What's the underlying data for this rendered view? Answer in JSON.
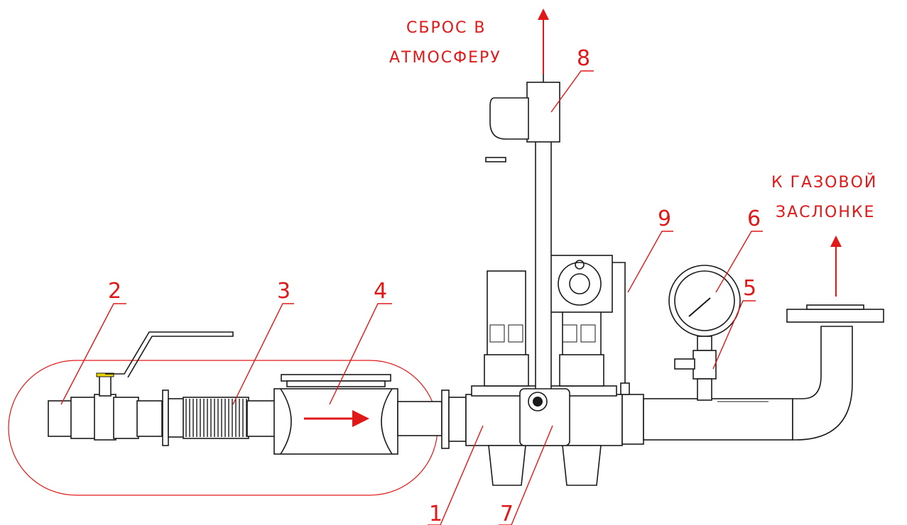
{
  "annotations": {
    "vent_top": "СБРОС В",
    "vent_bottom": "АТМОСФЕРУ",
    "outlet_top": "К ГАЗОВОЙ",
    "outlet_bottom": "ЗАСЛОНКЕ"
  },
  "callouts": {
    "c1": "1",
    "c2": "2",
    "c3": "3",
    "c4": "4",
    "c5": "5",
    "c6": "6",
    "c7": "7",
    "c8": "8",
    "c9": "9"
  },
  "colors": {
    "annotation": "#e01818",
    "outline": "#1a1a1a"
  }
}
